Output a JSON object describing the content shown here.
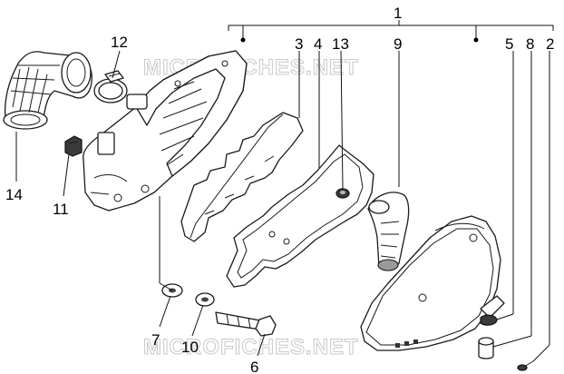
{
  "watermark": "MICROFICHES.NET",
  "callouts": {
    "c1": "1",
    "c2": "2",
    "c3": "3",
    "c4": "4",
    "c5": "5",
    "c6": "6",
    "c7": "7",
    "c8": "8",
    "c9": "9",
    "c10": "10",
    "c11": "11",
    "c12": "12",
    "c13": "13",
    "c14": "14"
  },
  "colors": {
    "line": "#1a1a1a",
    "watermark": "#c8c8c8",
    "background": "#ffffff"
  }
}
